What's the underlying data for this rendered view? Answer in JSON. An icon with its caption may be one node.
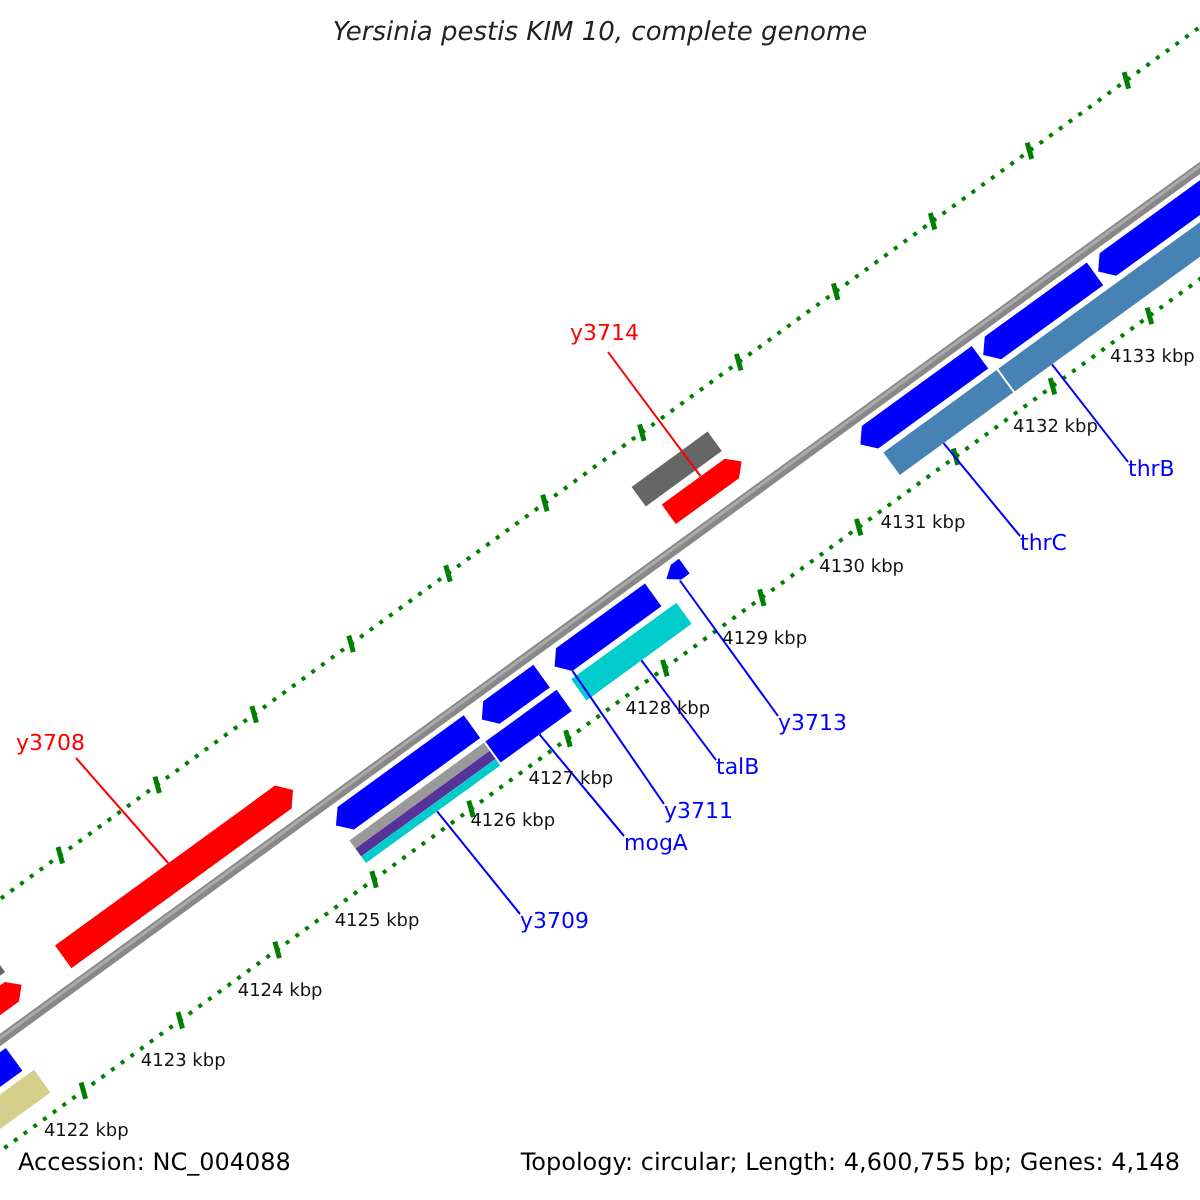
{
  "diagram": {
    "title": "Yersinia pestis KIM 10, complete genome",
    "nodes": [
      {
        "text": [
          "y3714"
        ]
      },
      {
        "text": [
          "thrB"
        ]
      },
      {
        "text": [
          "thrC"
        ]
      },
      {
        "text": [
          "y3713"
        ]
      },
      {
        "text": [
          "y3708"
        ]
      },
      {
        "text": [
          "talB"
        ]
      },
      {
        "text": [
          "y3711"
        ]
      },
      {
        "text": [
          "mogA"
        ]
      },
      {
        "text": [
          "y3709"
        ]
      },
      {
        "text": [],
        "shape": "bar"
      },
      {
        "text": [],
        "shape": "bar"
      },
      {
        "text": [],
        "shape": "bar"
      },
      {
        "text": [],
        "shape": "bar"
      },
      {
        "text": [],
        "shape": "bar"
      },
      {
        "text": [],
        "shape": "bar"
      },
      {
        "text": [],
        "shape": "bar"
      },
      {
        "text": [],
        "shape": "bar"
      },
      {
        "text": [],
        "shape": "bar"
      },
      {
        "text": [],
        "shape": "bar"
      },
      {
        "text": [],
        "shape": "bar"
      }
    ],
    "edges": [
      {
        "from": 0,
        "to": 15,
        "arrow": "none",
        "color": "#ff0000"
      },
      {
        "from": 1,
        "to": 17,
        "arrow": "none"
      },
      {
        "from": 2,
        "to": 16,
        "arrow": "none"
      },
      {
        "from": 3,
        "to": 14,
        "arrow": "none"
      },
      {
        "from": 4,
        "to": 9,
        "arrow": "none",
        "color": "#ff0000"
      },
      {
        "from": 5,
        "to": 13,
        "arrow": "none"
      },
      {
        "from": 6,
        "to": 12,
        "arrow": "none"
      },
      {
        "from": 7,
        "to": 11,
        "arrow": "none"
      },
      {
        "from": 8,
        "to": 10,
        "arrow": "none"
      }
    ],
    "labels": [
      "4133 kbp",
      "4132 kbp",
      "4131 kbp",
      "4130 kbp",
      "4129 kbp",
      "4128 kbp",
      "4127 kbp",
      "4126 kbp",
      "4125 kbp",
      "4124 kbp",
      "4123 kbp",
      "4122 kbp",
      "Accession: NC_004088",
      "Topology: circular; Length: 4,600,755 bp; Genes: 4,148"
    ]
  }
}
